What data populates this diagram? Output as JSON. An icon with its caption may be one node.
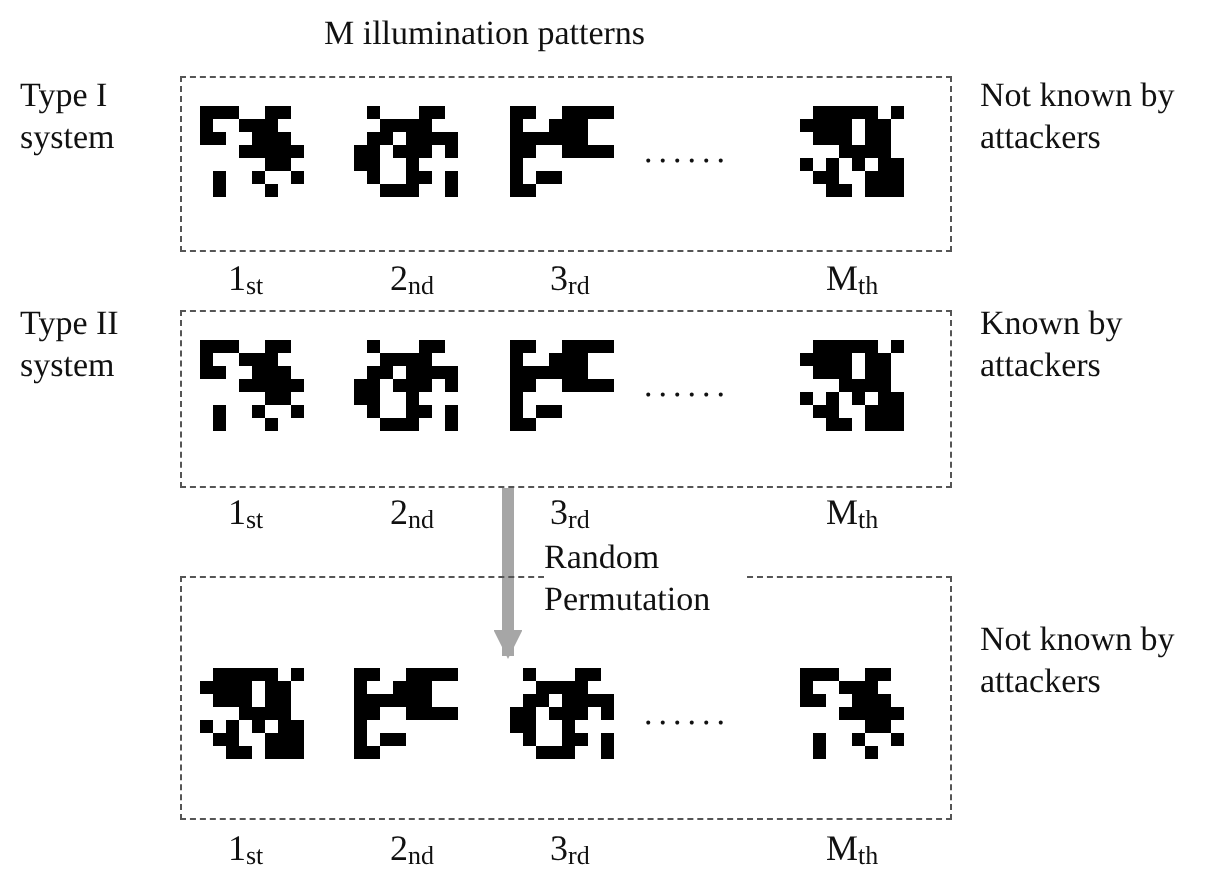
{
  "diagram": {
    "title": "M illumination patterns",
    "nodes": [
      {
        "text": [],
        "shape": "box",
        "beside": [
          "Type I system",
          "Not known by attackers"
        ]
      },
      {
        "text": [],
        "shape": "box",
        "beside": [
          "Type II system",
          "Known by attackers"
        ]
      },
      {
        "text": [],
        "shape": "box",
        "beside": [
          "Not known by attackers"
        ]
      }
    ],
    "edges": [
      {
        "from": 1,
        "to": 2,
        "arrow": "to",
        "label": "Random Permutation"
      }
    ],
    "labels": [
      "......",
      "1$_{st}$",
      "2$_{nd}$",
      "3$_{rd}$",
      "M$_{th}$",
      "......",
      "1$_{st}$",
      "2$_{nd}$",
      "3$_{rd}$",
      "M$_{th}$",
      "......",
      "1$_{st}$",
      "2$_{nd}$",
      "3$_{rd}$",
      "M$_{th}$"
    ]
  }
}
